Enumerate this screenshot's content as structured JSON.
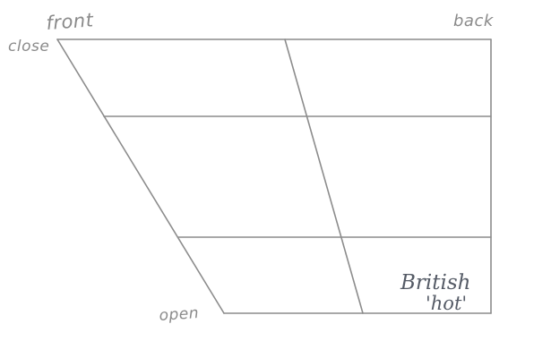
{
  "labels": {
    "front": "front",
    "back": "back",
    "close": "close",
    "open": "open"
  },
  "annotation": {
    "line1": "British",
    "line2": "'hot'"
  },
  "colors": {
    "line": "#8c8c8c",
    "text": "#8a8a8a",
    "annotation": "#555b66"
  }
}
